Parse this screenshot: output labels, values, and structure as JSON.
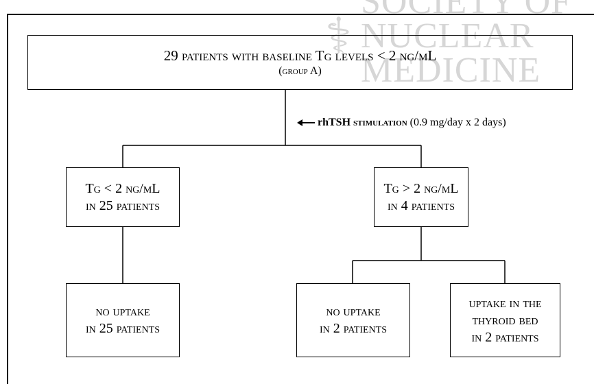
{
  "watermark": {
    "lines": [
      "SOCIETY OF",
      "NUCLEAR",
      "MEDICINE"
    ]
  },
  "nodes": {
    "root": {
      "line1": "29 patients with baseline Tg levels < 2 ng/mL",
      "line2": "(group A)"
    },
    "left": {
      "line1": "Tg < 2 ng/mL",
      "line2": "in 25 patients"
    },
    "right": {
      "line1": "Tg > 2 ng/mL",
      "line2": "in 4 patients"
    },
    "left_leaf": {
      "line1": "no uptake",
      "line2": "in 25 patients"
    },
    "right_leaf_a": {
      "line1": "no uptake",
      "line2": "in 2 patients"
    },
    "right_leaf_b": {
      "line1": "uptake in the",
      "line2": "thyroid bed",
      "line3": "in 2 patients"
    }
  },
  "annotation": {
    "drug": "rhTSH",
    "stimulation": "stimulation",
    "dose": "(0.9 mg/day x 2 days)"
  }
}
